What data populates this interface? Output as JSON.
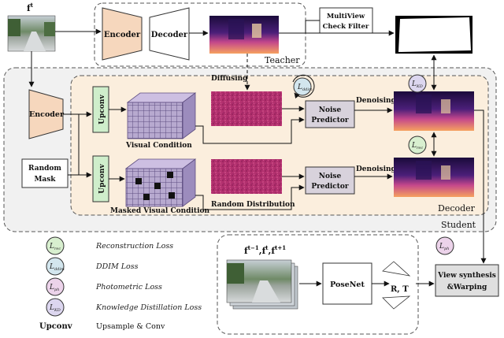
{
  "labels": {
    "frame_t": "f",
    "frame_t_sup": "t",
    "teacher_encoder": "Encoder",
    "teacher_decoder": "Decoder",
    "teacher": "Teacher",
    "multiview_line1": "MultiView",
    "multiview_line2": "Check Filter",
    "diffusing": "Diffusing",
    "student_encoder": "Encoder",
    "upconv_top": "Upconv",
    "upconv_bottom": "Upconv",
    "visual_condition": "Visual Condition",
    "masked_visual_condition": "Masked Visual Condition",
    "random_distribution": "Random Distribution",
    "random_mask_line1": "Random",
    "random_mask_line2": "Mask",
    "noise_predictor_line1": "Noise",
    "noise_predictor_line2": "Predictor",
    "denoising": "Denoising",
    "decoder": "Decoder",
    "student": "Student",
    "loss_ddim_symbol": "L",
    "loss_ddim_sub": "ddim",
    "loss_kd_symbol": "L",
    "loss_kd_sub": "KD",
    "loss_rec_symbol": "L",
    "loss_rec_sub": "rec",
    "loss_ph_symbol": "L",
    "loss_ph_sub": "ph",
    "frames_seq": "f",
    "frames_seq_sups": [
      "t−1",
      "t",
      "t+1"
    ],
    "posenet": "PoseNet",
    "rt": "R, T",
    "view_synthesis_line1": "View synthesis",
    "view_synthesis_line2": "&Warping"
  },
  "legend": [
    {
      "symbol": "L",
      "sub": "rec",
      "color": "#d8efcf",
      "text": "Reconstruction Loss"
    },
    {
      "symbol": "L",
      "sub": "ddim",
      "color": "#d3e6ee",
      "text": "DDIM Loss"
    },
    {
      "symbol": "L",
      "sub": "ph",
      "color": "#ecd3ea",
      "text": "Photometric Loss"
    },
    {
      "symbol": "L",
      "sub": "KD",
      "color": "#dcd6ef",
      "text": "Knowledge Distillation Loss"
    },
    {
      "key": "Upconv",
      "text": "Upsample & Conv"
    }
  ],
  "colors": {
    "encoder_fill": "#f6d7bd",
    "student_bg": "#f0f0f0",
    "decoder_bg": "#fbeedd",
    "upconv_fill": "#cfeecb",
    "noise_fill": "#d8d2dc",
    "grid_fill": "#a99ac4",
    "noise_magenta": "#b2306e"
  }
}
